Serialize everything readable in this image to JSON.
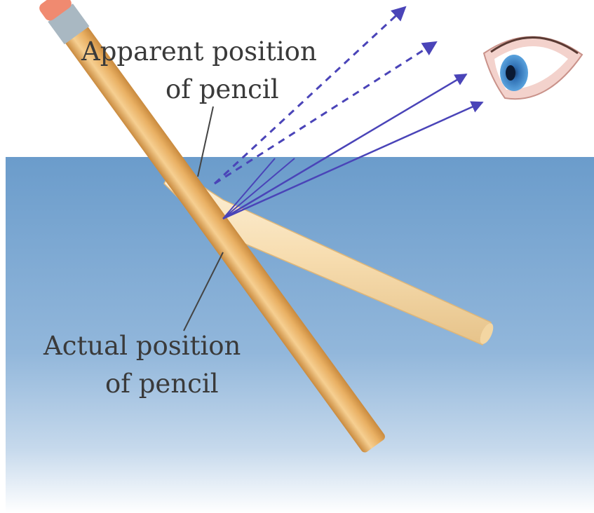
{
  "labels": {
    "apparent_line1": "Apparent position",
    "apparent_line2": "of pencil",
    "actual_line1": "Actual position",
    "actual_line2": "of pencil"
  },
  "colors": {
    "water_top": "#6b9ccb",
    "water_bottom": "#ffffff",
    "ray": "#4a44b8",
    "pencil_wood": "#e7b16a",
    "pencil_refracted": "#fbe7c4",
    "eraser": "#f08a70",
    "ferrule": "#a9b8c2",
    "label": "#3a3a3a"
  },
  "icons": {
    "eye": "eye-icon"
  }
}
